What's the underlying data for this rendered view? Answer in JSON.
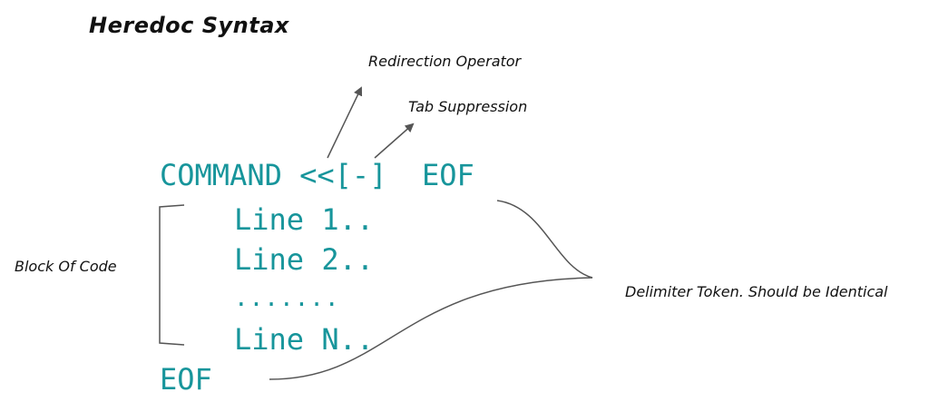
{
  "title": "Heredoc Syntax",
  "labels": {
    "redirection_operator": "Redirection Operator",
    "tab_suppression": "Tab Suppression",
    "block_of_code": "Block Of Code",
    "delimiter_token": "Delimiter Token. Should be Identical"
  },
  "code": {
    "command_line": "COMMAND <<[-]  EOF",
    "line_1": "Line 1..",
    "line_2": "Line 2..",
    "ellipsis": ".......",
    "line_n": "Line N..",
    "closing_delimiter": "EOF"
  },
  "colors": {
    "code_text": "#17959b",
    "annotation_text": "#111111",
    "annotation_lines": "#555555"
  }
}
